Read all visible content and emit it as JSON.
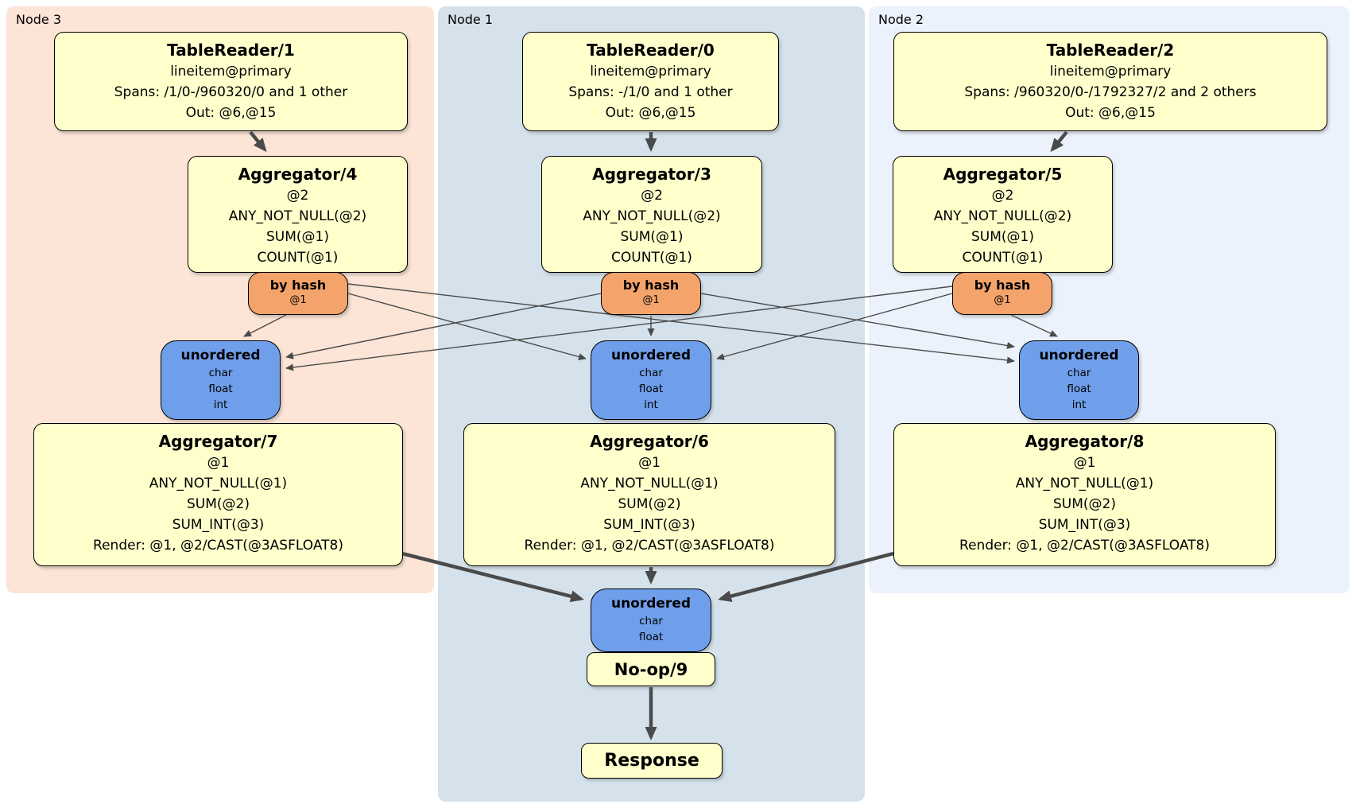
{
  "panels": [
    {
      "label": "Node 3"
    },
    {
      "label": "Node 1"
    },
    {
      "label": "Node 2"
    }
  ],
  "processors": {
    "tr1": {
      "title": "TableReader/1",
      "lines": [
        "lineitem@primary",
        "Spans: /1/0-/960320/0 and 1 other",
        "Out: @6,@15"
      ]
    },
    "tr0": {
      "title": "TableReader/0",
      "lines": [
        "lineitem@primary",
        "Spans: -/1/0 and 1 other",
        "Out: @6,@15"
      ]
    },
    "tr2": {
      "title": "TableReader/2",
      "lines": [
        "lineitem@primary",
        "Spans: /960320/0-/1792327/2 and 2 others",
        "Out: @6,@15"
      ]
    },
    "agg4": {
      "title": "Aggregator/4",
      "lines": [
        "@2",
        "ANY_NOT_NULL(@2)",
        "SUM(@1)",
        "COUNT(@1)"
      ]
    },
    "agg3": {
      "title": "Aggregator/3",
      "lines": [
        "@2",
        "ANY_NOT_NULL(@2)",
        "SUM(@1)",
        "COUNT(@1)"
      ]
    },
    "agg5": {
      "title": "Aggregator/5",
      "lines": [
        "@2",
        "ANY_NOT_NULL(@2)",
        "SUM(@1)",
        "COUNT(@1)"
      ]
    },
    "agg7": {
      "title": "Aggregator/7",
      "lines": [
        "@1",
        "ANY_NOT_NULL(@1)",
        "SUM(@2)",
        "SUM_INT(@3)",
        "Render: @1, @2/CAST(@3ASFLOAT8)"
      ]
    },
    "agg6": {
      "title": "Aggregator/6",
      "lines": [
        "@1",
        "ANY_NOT_NULL(@1)",
        "SUM(@2)",
        "SUM_INT(@3)",
        "Render: @1, @2/CAST(@3ASFLOAT8)"
      ]
    },
    "agg8": {
      "title": "Aggregator/8",
      "lines": [
        "@1",
        "ANY_NOT_NULL(@1)",
        "SUM(@2)",
        "SUM_INT(@3)",
        "Render: @1, @2/CAST(@3ASFLOAT8)"
      ]
    },
    "noop": {
      "title": "No-op/9"
    },
    "response": {
      "title": "Response"
    }
  },
  "routers": {
    "hash3": {
      "title": "by hash",
      "detail": "@1"
    },
    "hash1": {
      "title": "by hash",
      "detail": "@1"
    },
    "hash2": {
      "title": "by hash",
      "detail": "@1"
    }
  },
  "synchronizers": {
    "un3": {
      "title": "unordered",
      "types": [
        "char",
        "float",
        "int"
      ]
    },
    "un1": {
      "title": "unordered",
      "types": [
        "char",
        "float",
        "int"
      ]
    },
    "un2": {
      "title": "unordered",
      "types": [
        "char",
        "float",
        "int"
      ]
    },
    "unf": {
      "title": "unordered",
      "types": [
        "char",
        "float"
      ]
    }
  },
  "colors": {
    "node3_bg": "#fce4d6",
    "node1_bg": "#d5e2ec",
    "node2_bg": "#ebf2fb",
    "processor_bg": "#ffffcc",
    "router_bg": "#f4a46b",
    "sync_bg": "#6f9fea",
    "edge": "#4a4a4a"
  }
}
